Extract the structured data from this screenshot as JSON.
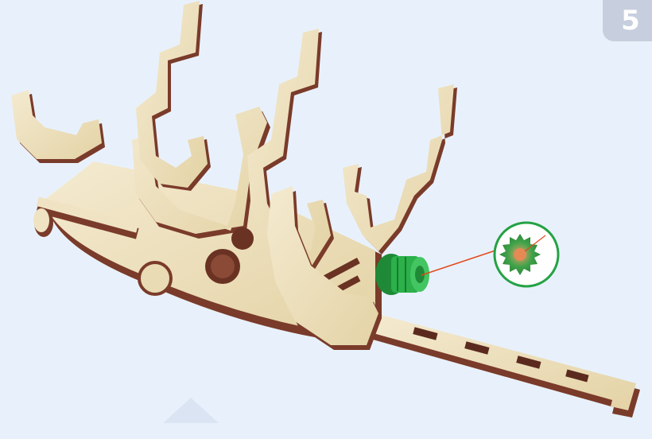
{
  "step": {
    "number": "5"
  },
  "colors": {
    "background": "#e8f1fb",
    "wood_face": "#efe3c3",
    "wood_edge": "#7a3b2a",
    "gear_green": "#2bb04a",
    "callout_ring": "#25a244",
    "callout_line": "#e24a1f",
    "badge": "#c7cede"
  },
  "icons": [
    "wooden-hull-illustration",
    "green-gear-part",
    "callout-zoom-circle",
    "faint-arrow-mark"
  ]
}
